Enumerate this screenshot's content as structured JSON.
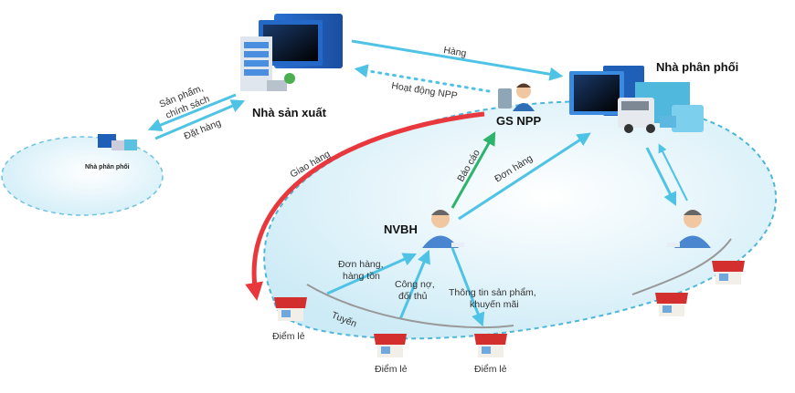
{
  "nodes": {
    "manufacturer": {
      "label": "Nhà sản xuất"
    },
    "distributor_main": {
      "label": "Nhà phân phối"
    },
    "distributor_small": {
      "label": "Nhà phân phối"
    },
    "gs_npp": {
      "label": "GS NPP"
    },
    "nvbh": {
      "label": "NVBH"
    },
    "retail_points": [
      {
        "label": "Điểm lẻ"
      },
      {
        "label": "Điểm lẻ"
      },
      {
        "label": "Điểm lẻ"
      }
    ]
  },
  "edges": {
    "hang": "Hàng",
    "hoat_dong_npp": "Hoạt động NPP",
    "san_pham_chinh_sach_line1": "Sản phẩm,",
    "san_pham_chinh_sach_line2": "chính sách",
    "dat_hang": "Đặt hàng",
    "giao_hang": "Giao hàng",
    "bao_cao": "Báo cáo",
    "don_hang": "Đơn hàng",
    "don_hang_hang_ton_line1": "Đơn hàng,",
    "don_hang_hang_ton_line2": "hàng tồn",
    "cong_no_line1": "Công nợ,",
    "cong_no_line2": "đối thủ",
    "thong_tin_line1": "Thông tin sản phẩm,",
    "thong_tin_line2": "khuyến mãi",
    "tuyen": "Tuyến"
  },
  "colors": {
    "arrow_blue": "#4fc3e6",
    "arrow_green": "#2db36b",
    "arrow_red": "#e8383d",
    "region_fill": "#dff3fa",
    "region_stroke": "#4fb6d8"
  }
}
